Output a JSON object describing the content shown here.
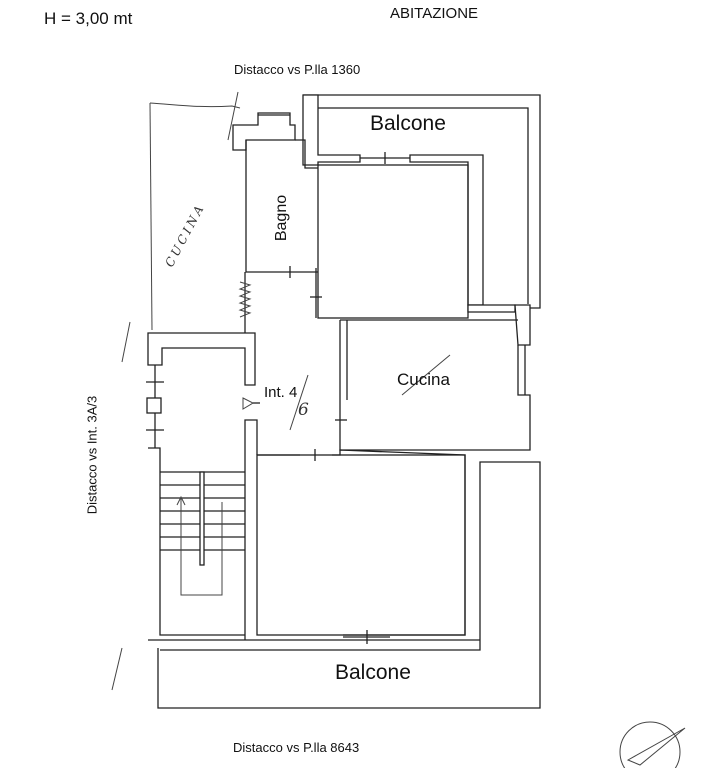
{
  "header": {
    "height_label": "H = 3,00 mt",
    "title": "ABITAZIONE"
  },
  "distances": {
    "north": "Distacco vs P.lla 1360",
    "south": "Distacco vs P.lla 8643",
    "west": "Distacco vs Int. 3A/3"
  },
  "rooms": {
    "balcony_top": "Balcone",
    "bathroom": "Bagno",
    "kitchen": "Cucina",
    "neighbor_kitchen": "CUCINA",
    "unit": "Int. 4",
    "unit_correction": "6",
    "balcony_bottom": "Balcone"
  }
}
